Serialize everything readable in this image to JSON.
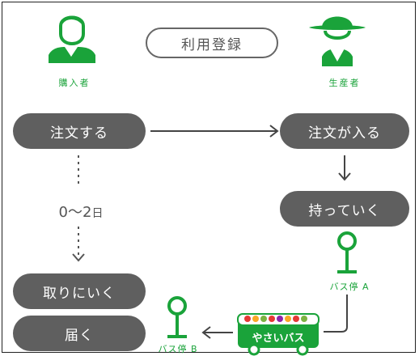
{
  "header": {
    "center_button": "利用登録",
    "buyer_label": "購入者",
    "producer_label": "生産者"
  },
  "flow": {
    "order": "注文する",
    "order_received": "注文が入る",
    "bring": "持っていく",
    "pickup": "取りにいく",
    "deliver": "届く",
    "days_prefix": "0～2",
    "days_unit": "日"
  },
  "stops": {
    "stop_a": "バス停 A",
    "stop_b": "バス停 B"
  },
  "bus": {
    "label": "やさいバス"
  },
  "colors": {
    "green": "#1aa33a",
    "pill_gray": "#5f5f5f",
    "text_gray": "#555555",
    "bus_green": "#1aa33a"
  },
  "icons": [
    "buyer-person-icon",
    "producer-farmer-icon",
    "bus-stop-a-icon",
    "bus-stop-b-icon",
    "vegetable-bus-icon",
    "arrow-right-icon",
    "arrow-down-icon",
    "arrow-left-icon"
  ]
}
